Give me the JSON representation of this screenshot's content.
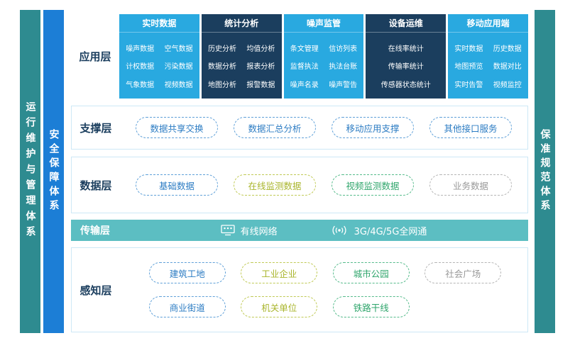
{
  "colors": {
    "sidebar_teal": "#2E8B90",
    "sidebar_blue": "#1C7ED6",
    "app_light_blue": "#29A9E0",
    "app_dark_navy": "#1B3E5E",
    "transport_teal": "#5CBEC2",
    "label_navy": "#1B3E5E",
    "item_blue": "#2C7CC3",
    "item_olive": "#A9B52B",
    "item_green": "#2EA56B",
    "item_gray": "#999999",
    "section_border": "#CDE8F6"
  },
  "sidebars": {
    "left_outer": {
      "label": "运行维护与管理体系"
    },
    "left_inner": {
      "label": "安全保障体系"
    },
    "right": {
      "label": "保准规范体系"
    }
  },
  "layers": {
    "application": {
      "label": "应用层",
      "columns": [
        {
          "title": "实时数据",
          "items": [
            "噪声数据",
            "空气数据",
            "计权数据",
            "污染数据",
            "气象数据",
            "视频数据"
          ]
        },
        {
          "title": "统计分析",
          "items": [
            "历史分析",
            "均值分析",
            "数据分析",
            "报表分析",
            "地图分析",
            "报警数据"
          ]
        },
        {
          "title": "噪声监管",
          "items": [
            "条文管理",
            "信访列表",
            "监督执法",
            "执法台账",
            "噪声名录",
            "噪声警告"
          ]
        },
        {
          "title": "设备运维",
          "items": [
            "在线率统计",
            "传输率统计",
            "传感器状态统计"
          ]
        },
        {
          "title": "移动应用端",
          "items": [
            "实时数据",
            "历史数据",
            "地图预览",
            "数据对比",
            "实时告警",
            "视频监控"
          ]
        }
      ]
    },
    "support": {
      "label": "支撑层",
      "items": [
        {
          "label": "数据共享交换",
          "color": "blue"
        },
        {
          "label": "数据汇总分析",
          "color": "blue"
        },
        {
          "label": "移动应用支撑",
          "color": "blue"
        },
        {
          "label": "其他接口服务",
          "color": "blue"
        }
      ]
    },
    "data": {
      "label": "数据层",
      "items": [
        {
          "label": "基础数据",
          "color": "blue"
        },
        {
          "label": "在线监测数据",
          "color": "olive"
        },
        {
          "label": "视频监测数据",
          "color": "green"
        },
        {
          "label": "业务数据",
          "color": "gray"
        }
      ]
    },
    "transmission": {
      "label": "传输层",
      "items": [
        {
          "label": "有线网络",
          "icon": "wired-network-icon"
        },
        {
          "label": "3G/4G/5G全网通",
          "icon": "wireless-signal-icon"
        }
      ]
    },
    "perception": {
      "label": "感知层",
      "rows": [
        [
          {
            "label": "建筑工地",
            "color": "blue"
          },
          {
            "label": "工业企业",
            "color": "olive"
          },
          {
            "label": "城市公园",
            "color": "green"
          },
          {
            "label": "社会广场",
            "color": "gray"
          }
        ],
        [
          {
            "label": "商业街道",
            "color": "blue"
          },
          {
            "label": "机关单位",
            "color": "olive"
          },
          {
            "label": "铁路干线",
            "color": "green"
          }
        ]
      ]
    }
  }
}
